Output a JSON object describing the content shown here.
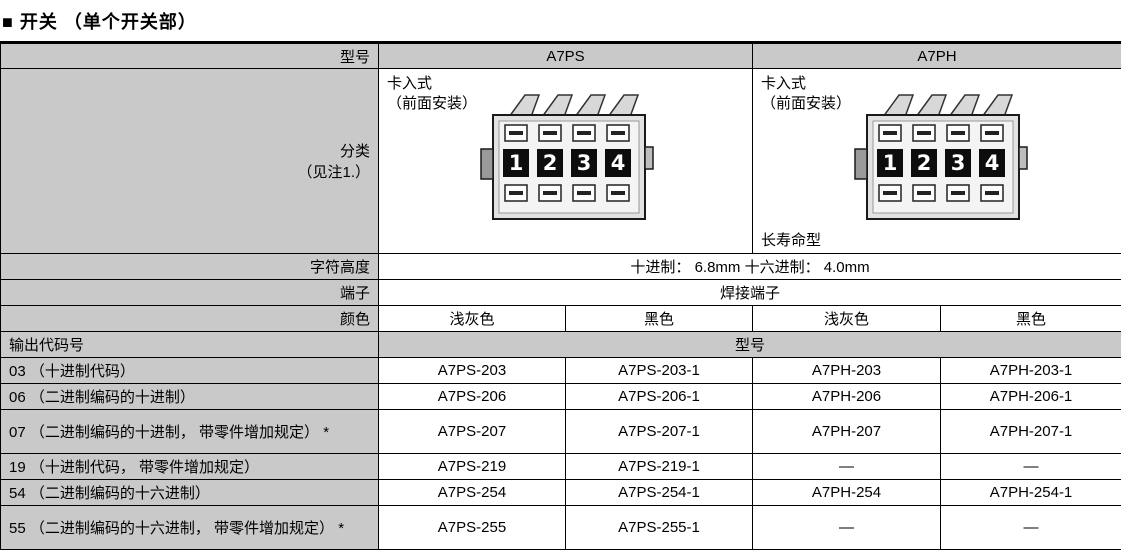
{
  "page_title": "■ 开关 （单个开关部）",
  "colors": {
    "header_bg": "#c9c9c9",
    "border": "#000000",
    "digit_tile": "#0d0d0d"
  },
  "table": {
    "model_row": {
      "label": "型号",
      "a7ps": "A7PS",
      "a7ph": "A7PH"
    },
    "classification_row": {
      "label": "分类\n（见注1.）",
      "a7ps_mount": "卡入式\n（前面安装）",
      "a7ph_mount": "卡入式\n（前面安装）",
      "a7ph_note": "长寿命型"
    },
    "char_height_row": {
      "label": "字符高度",
      "value": "十进制： 6.8mm 十六进制： 4.0mm"
    },
    "terminal_row": {
      "label": "端子",
      "value": "焊接端子"
    },
    "color_row": {
      "label": "颜色",
      "values": [
        "浅灰色",
        "黑色",
        "浅灰色",
        "黑色"
      ]
    },
    "output_code_row": {
      "label": "输出代码号",
      "value": "型号"
    },
    "code_rows": [
      {
        "label": "03 （十进制代码）",
        "cells": [
          "A7PS-203",
          "A7PS-203-1",
          "A7PH-203",
          "A7PH-203-1"
        ]
      },
      {
        "label": "06 （二进制编码的十进制）",
        "cells": [
          "A7PS-206",
          "A7PS-206-1",
          "A7PH-206",
          "A7PH-206-1"
        ]
      },
      {
        "label": "07 （二进制编码的十进制， 带零件增加规定） *",
        "cells": [
          "A7PS-207",
          "A7PS-207-1",
          "A7PH-207",
          "A7PH-207-1"
        ]
      },
      {
        "label": "19 （十进制代码， 带零件增加规定）",
        "cells": [
          "A7PS-219",
          "A7PS-219-1",
          "—",
          "—"
        ]
      },
      {
        "label": "54 （二进制编码的十六进制）",
        "cells": [
          "A7PS-254",
          "A7PS-254-1",
          "A7PH-254",
          "A7PH-254-1"
        ]
      },
      {
        "label": "55 （二进制编码的十六进制， 带零件增加规定） *",
        "cells": [
          "A7PS-255",
          "A7PS-255-1",
          "—",
          "—"
        ]
      }
    ],
    "switch_image": {
      "digits": [
        "1",
        "2",
        "3",
        "4"
      ]
    }
  }
}
